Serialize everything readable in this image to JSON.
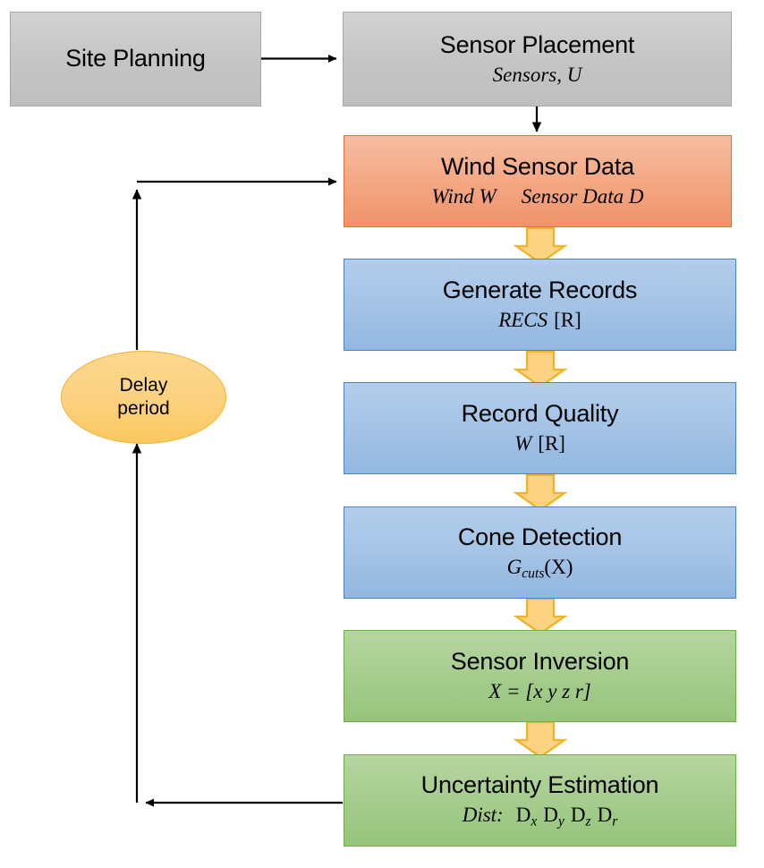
{
  "diagram": {
    "title": "Wind sensor processing pipeline flowchart",
    "colors": {
      "gray_fill": "#c4c4c4",
      "gray_border": "#a6a6a6",
      "orange_fill": "#f4a985",
      "orange_border": "#e3703a",
      "blue_fill": "#a5c4e6",
      "blue_border": "#4f81bd",
      "green_fill": "#a6cd8e",
      "green_border": "#70ad47",
      "yellow_fill": "#fcd283",
      "yellow_border": "#f0b429",
      "connector": "#000000"
    }
  },
  "nodes": {
    "site_planning": {
      "title": "Site Planning",
      "subtitle": ""
    },
    "sensor_placement": {
      "title": "Sensor Placement",
      "subtitle": "Sensors, U"
    },
    "wind_sensor_data": {
      "title": "Wind Sensor Data",
      "subtitle_left": "Wind W",
      "subtitle_right": "Sensor Data D"
    },
    "generate_records": {
      "title": "Generate Records",
      "subtitle_var": "RECS",
      "subtitle_arg": "[R]"
    },
    "record_quality": {
      "title": "Record Quality",
      "subtitle_var": "W",
      "subtitle_arg": "[R]"
    },
    "cone_detection": {
      "title": "Cone Detection",
      "subtitle_var": "G",
      "subtitle_sub": "cuts",
      "subtitle_arg": "(X)"
    },
    "sensor_inversion": {
      "title": "Sensor Inversion",
      "subtitle": "X = [x y z r]"
    },
    "uncertainty_estimation": {
      "title": "Uncertainty Estimation",
      "subtitle_label": "Dist:",
      "subtitle_terms": [
        {
          "base": "D",
          "sub": "x"
        },
        {
          "base": "D",
          "sub": "y"
        },
        {
          "base": "D",
          "sub": "z"
        },
        {
          "base": "D",
          "sub": "r"
        }
      ]
    },
    "delay_period": {
      "line1": "Delay",
      "line2": "period"
    }
  },
  "connectors": [
    {
      "name": "site-planning-to-sensor-placement",
      "kind": "thin-arrow",
      "direction": "right"
    },
    {
      "name": "sensor-placement-to-wind-sensor-data",
      "kind": "thin-arrow",
      "direction": "down"
    },
    {
      "name": "wind-sensor-data-to-generate-records",
      "kind": "block-arrow",
      "direction": "down"
    },
    {
      "name": "generate-records-to-record-quality",
      "kind": "block-arrow",
      "direction": "down"
    },
    {
      "name": "record-quality-to-cone-detection",
      "kind": "block-arrow",
      "direction": "down"
    },
    {
      "name": "cone-detection-to-sensor-inversion",
      "kind": "block-arrow",
      "direction": "down"
    },
    {
      "name": "sensor-inversion-to-uncertainty-estimation",
      "kind": "block-arrow",
      "direction": "down"
    },
    {
      "name": "uncertainty-estimation-to-delay-period",
      "kind": "feedback",
      "direction": "left-up"
    },
    {
      "name": "delay-period-to-wind-sensor-data",
      "kind": "feedback",
      "direction": "up-right"
    }
  ]
}
